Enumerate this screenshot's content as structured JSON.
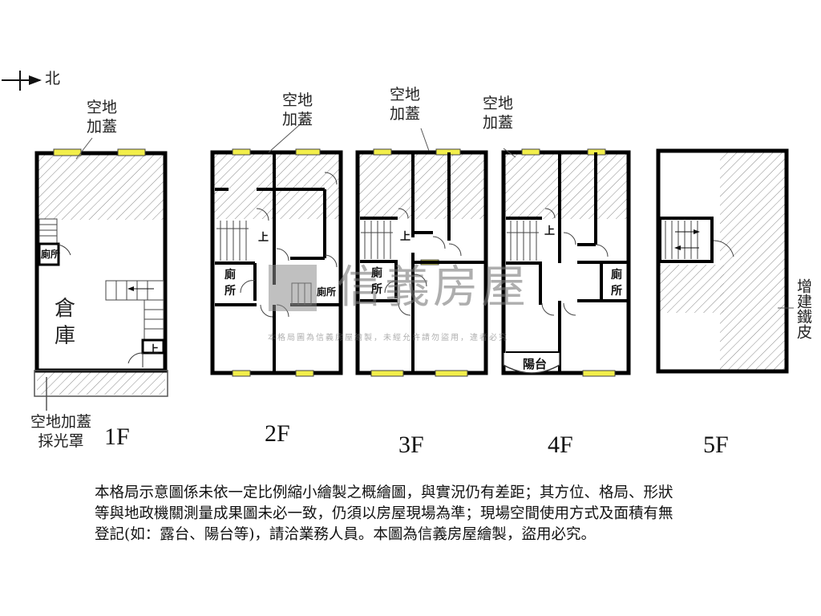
{
  "compass": {
    "label": "北",
    "arrow": "north-arrow"
  },
  "callouts": {
    "f1_top": [
      "空地",
      "加蓋"
    ],
    "f2_top": [
      "空地",
      "加蓋"
    ],
    "f3_top": [
      "空地",
      "加蓋"
    ],
    "f4_top": [
      "空地",
      "加蓋"
    ],
    "f1_bottom": [
      "空地加蓋",
      "採光罩"
    ],
    "f5_side": "增建鐵皮"
  },
  "floors": [
    {
      "id": "1F",
      "label": "1F",
      "rooms": [
        "倉庫",
        "廁所"
      ],
      "stair_mark": "上"
    },
    {
      "id": "2F",
      "label": "2F",
      "rooms": [
        "廁所",
        "廁所"
      ],
      "stair_mark": "上"
    },
    {
      "id": "3F",
      "label": "3F",
      "rooms": [
        "廁所"
      ],
      "stair_mark": "上"
    },
    {
      "id": "4F",
      "label": "4F",
      "rooms": [
        "廁所",
        "陽台"
      ],
      "stair_mark": "上"
    },
    {
      "id": "5F",
      "label": "5F",
      "rooms": []
    }
  ],
  "watermark": {
    "brand": "信義房屋",
    "subtitle": "本格局圖為信義房屋繪製，未經允許請勿盜用，違者必究"
  },
  "notes": {
    "line1": "本格局示意圖係未依一定比例縮小繪製之概繪圖，與實況仍有差距；其方位、格局、形狀",
    "line2": "等與地政機關測量成果圖未必一致，仍須以房屋現場為準；現場空間使用方式及面積有無",
    "line3": "登記(如：露台、陽台等)，請洽業務人員。本圖為信義房屋繪製，盜用必究。"
  },
  "colors": {
    "wall": "#000000",
    "window": "#f2ee4a",
    "hatch": "#777777",
    "watermark": "#8a8a8a"
  }
}
